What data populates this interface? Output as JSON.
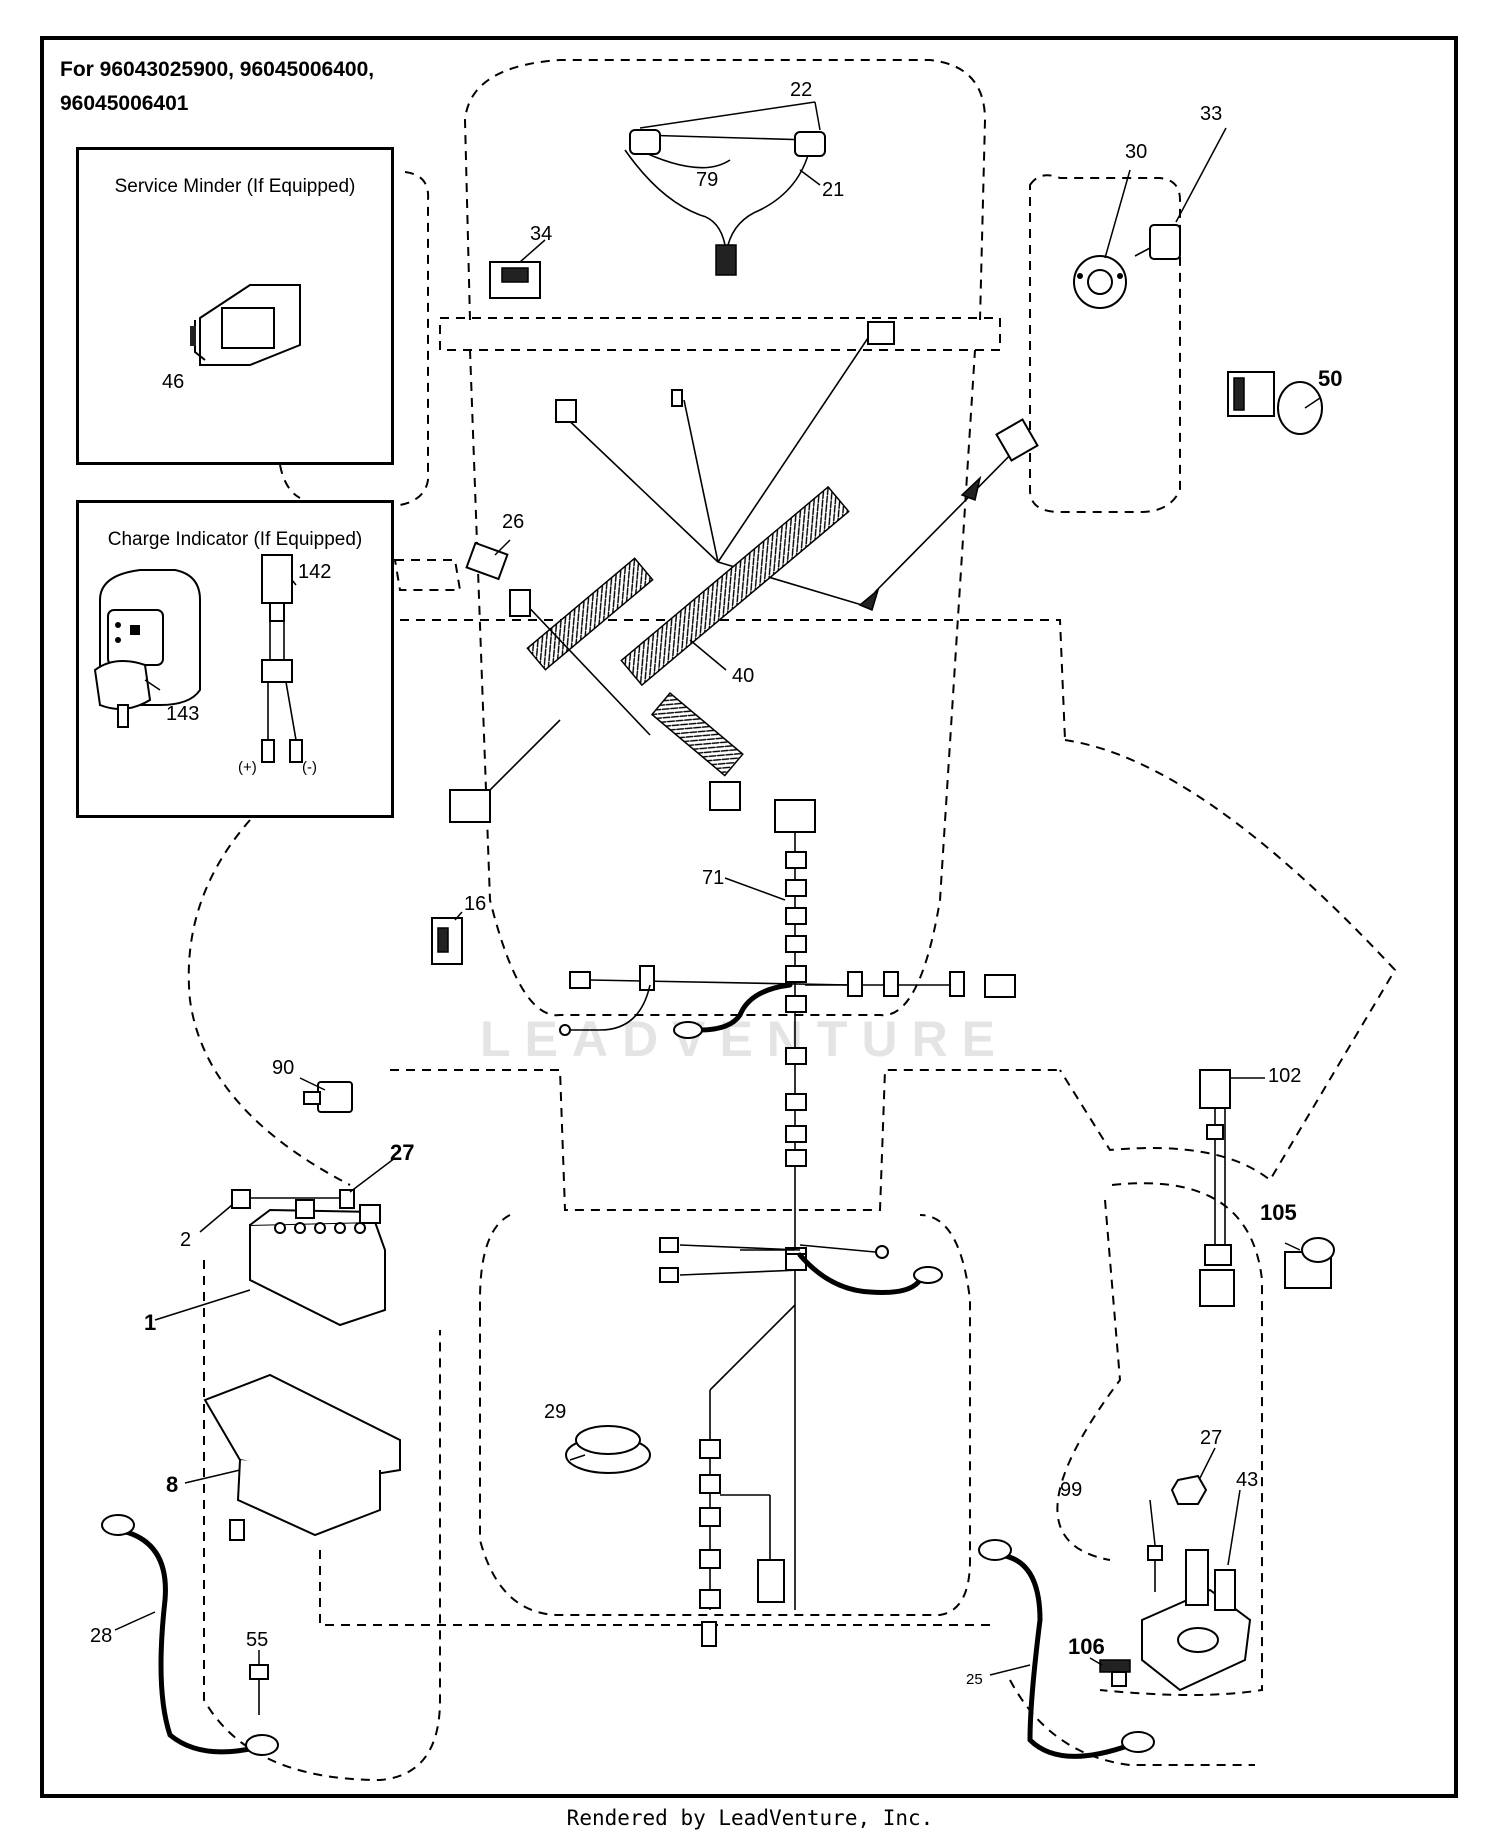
{
  "title_lines": [
    "For 96043025900, 96045006400,",
    "96045006401"
  ],
  "inset_boxes": {
    "service_minder": "Service Minder (If Equipped)",
    "charge_indicator": "Charge Indicator (If Equipped)"
  },
  "polarity": {
    "positive": "(+)",
    "negative": "(-)"
  },
  "callouts": {
    "c1": "1",
    "c2": "2",
    "c8": "8",
    "c16": "16",
    "c21": "21",
    "c22": "22",
    "c25": "25",
    "c26": "26",
    "c27a": "27",
    "c27b": "27",
    "c28": "28",
    "c29": "29",
    "c30": "30",
    "c33": "33",
    "c34": "34",
    "c40": "40",
    "c43": "43",
    "c46": "46",
    "c50": "50",
    "c55": "55",
    "c71": "71",
    "c79": "79",
    "c90": "90",
    "c99": "99",
    "c102": "102",
    "c105": "105",
    "c106": "106",
    "c142": "142",
    "c143": "143"
  },
  "watermark": "LEADVENTURE",
  "footer": "Rendered by LeadVenture, Inc."
}
